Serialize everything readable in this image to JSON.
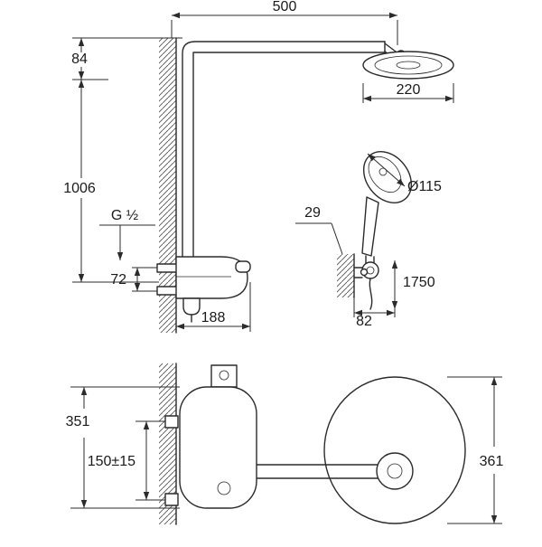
{
  "labels": {
    "dim_500": "500",
    "dim_84": "84",
    "dim_220": "220",
    "dim_1006": "1006",
    "thread_g12": "G ½",
    "dim_72": "72",
    "dim_188": "188",
    "dim_29": "29",
    "dim_o115": "Ø115",
    "dim_1750": "1750",
    "dim_82": "82",
    "dim_351": "351",
    "dim_150": "150±15",
    "dim_361": "361"
  },
  "colors": {
    "line": "#2b2b2b",
    "text": "#1a1a1a",
    "background": "#ffffff"
  }
}
